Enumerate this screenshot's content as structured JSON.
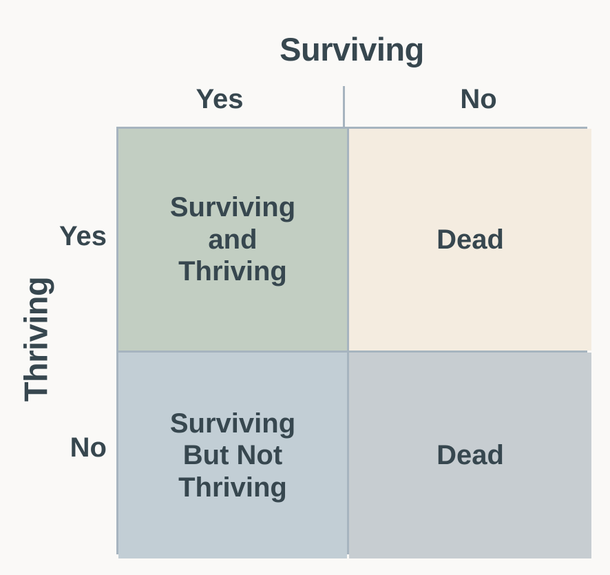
{
  "axes": {
    "column": {
      "title": "Surviving",
      "ticks": [
        {
          "label": "Yes"
        },
        {
          "label": "No"
        }
      ]
    },
    "row": {
      "title": "Thriving",
      "ticks": [
        {
          "label": "Yes"
        },
        {
          "label": "No"
        }
      ]
    }
  },
  "cells": [
    {
      "id": "surviving-yes-thriving-yes",
      "label": "Surviving\nand\nThriving",
      "color": "#c2cec2"
    },
    {
      "id": "surviving-no-thriving-yes",
      "label": "Dead",
      "color": "#f4ece0"
    },
    {
      "id": "surviving-yes-thriving-no",
      "label": "Surviving\nBut Not\nThriving",
      "color": "#c2ced5"
    },
    {
      "id": "surviving-no-thriving-no",
      "label": "Dead",
      "color": "#c7cdd1"
    }
  ],
  "colors": {
    "background": "#faf9f7",
    "text": "#37474f",
    "grid_line": "#a6b4bf"
  }
}
